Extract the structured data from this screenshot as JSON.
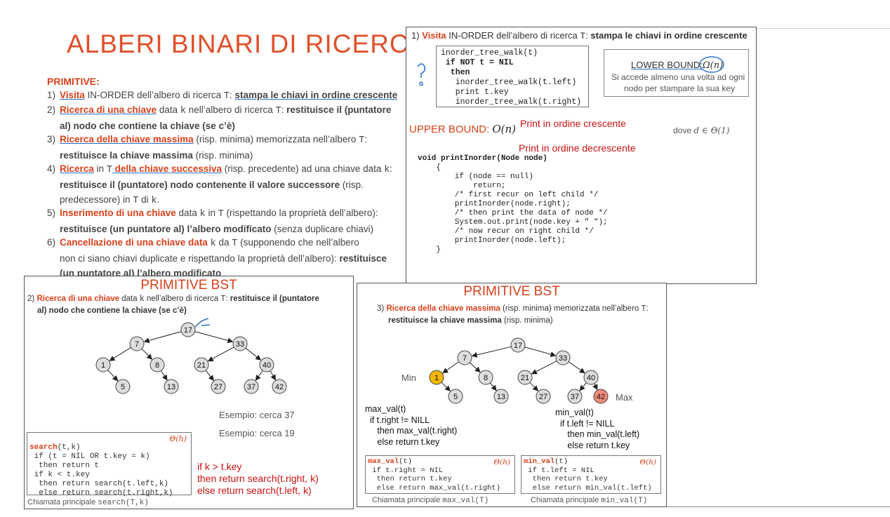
{
  "slide1": {
    "title": "ALBERI BINARI DI RICERCA",
    "heading": "PRIMITIVE:",
    "items": [
      {
        "num": "1)",
        "lead": "Visita",
        "plain1": " IN-ORDER",
        "plain2": " dell’albero di ricerca ",
        "var": "T",
        "plain3": ": ",
        "bold": "stampa le chiavi in ordine crescente"
      },
      {
        "num": "2)",
        "lead": "Ricerca di una chiave",
        "plain1": " data ",
        "var": "k",
        "plain2": " nell’albero di ricerca ",
        "var2": "T",
        "plain3": ": ",
        "bold": "restituisce il (puntatore",
        "line2": "al) nodo che contiene la chiave (se c’è)"
      },
      {
        "num": "3)",
        "lead": "Ricerca della chiave massima",
        "plain1": " (risp. minima) memorizzata nell’albero ",
        "var": "T",
        "plain2": ":",
        "line2bold": "restituisce la chiave massima",
        "line2plain": " (risp. minima)"
      },
      {
        "num": "4)",
        "lead1": "Ricerca",
        "plain1": " in ",
        "var": "T",
        "lead2": " della chiave successiva",
        "plain2": " (risp. precedente) ad una chiave data ",
        "var2": "k",
        "plain3": ":",
        "line2bold": "restituisce il (puntatore) nodo contenente il valore successore",
        "line2plain": " (risp.",
        "line3a": "predecessore) in ",
        "line3var": "T",
        "line3b": " di ",
        "line3var2": "k",
        "line3c": "."
      },
      {
        "num": "5)",
        "lead": "Inserimento di una chiave",
        "plain1": " data ",
        "var": "k",
        "plain2": " in ",
        "var2": "T",
        "plain3": " (rispettando la proprietà dell’albero):",
        "line2bold": "restituisce (un puntatore al) l’albero modificato",
        "line2plain": " (senza duplicare chiavi)"
      },
      {
        "num": "6)",
        "lead": "Cancellazione di una chiave data",
        "plain1": " ",
        "var": "k",
        "plain2": " da ",
        "var2": "T",
        "plain3": " (supponendo che nell’albero",
        "line2plain": "non ci siano chiavi duplicate e rispettando la proprietà dell’albero): ",
        "line2bold": "restituisce",
        "line3bold": "(un puntatore al) l’albero modificato"
      }
    ]
  },
  "slide2": {
    "header_num": "1)",
    "header_lead": "Visita",
    "header_rest": " IN-ORDER dell’albero di ricerca ",
    "header_var": "T",
    "header_colon": ": ",
    "header_bold": "stampa le chiavi in ordine crescente",
    "code": [
      "inorder_tree_walk(t)",
      " if NOT t = NIL",
      "  then",
      "   inorder_tree_walk(t.left)",
      "   print t.key",
      "   inorder_tree_walk(t.right)"
    ],
    "lower_bound_label": "LOWER BOUND:",
    "lower_bound_expr": "Ω(n)",
    "lower_bound_desc1": "Si accede almeno una volta ad ogni",
    "lower_bound_desc2": "nodo per stampare la sua key",
    "upper_bound_label": "UPPER BOUND:",
    "upper_bound_expr": "O(n)",
    "print_crescente": "Print in ordine crescente",
    "dove": "dove",
    "dove_expr": "d ∈ Θ(1)",
    "print_decrescente": "Print in ordine decrescente",
    "java": [
      "void printInorder(Node node)",
      "    {",
      "        if (node == null)",
      "            return;",
      "",
      "        /* first recur on left child */",
      "        printInorder(node.right);",
      "",
      "        /* then print the data of node */",
      "        System.out.print(node.key + \" \");",
      "",
      "        /* now recur on right child */",
      "        printInorder(node.left);",
      "    }"
    ]
  },
  "slide3": {
    "title": "PRIMITIVE BST",
    "header_num": "2)",
    "header_lead": "Ricerca di una chiave",
    "header_rest1": " data ",
    "header_var": "k",
    "header_rest2": " nell’albero di ricerca ",
    "header_var2": "T",
    "header_rest3": ": ",
    "header_bold": "restituisce il (puntatore",
    "header_line2": "al) nodo che contiene la chiave (se c’è)",
    "tree_nodes": [
      "17",
      "7",
      "33",
      "1",
      "8",
      "21",
      "40",
      "5",
      "13",
      "27",
      "37",
      "42"
    ],
    "example1": "Esempio: cerca 37",
    "example2": "Esempio: cerca 19",
    "code_name": "search",
    "code_sig": "(t,k)",
    "complexity": "Θ(h)",
    "code": [
      " if (t = NIL OR t.key = k)",
      "  then return t",
      " if k < t.key",
      "  then return search(t.left,k)",
      "  else return search(t.right,k)"
    ],
    "note": [
      "if k > t.key",
      "then return search(t.right, k)",
      "else return search(t.left, k)"
    ],
    "main_call_label": "Chiamata principale",
    "main_call_code": "search(T,k)"
  },
  "slide4": {
    "title": "PRIMITIVE BST",
    "header_num": "3)",
    "header_lead": "Ricerca della chiave massima",
    "header_rest": " (risp. minima) memorizzata nell’albero ",
    "header_var": "T",
    "header_colon": ":",
    "header_line2bold": "restituisce la chiave massima",
    "header_line2plain": " (risp. minima)",
    "tree_nodes": [
      "17",
      "7",
      "33",
      "1",
      "8",
      "21",
      "40",
      "5",
      "13",
      "27",
      "37",
      "42"
    ],
    "min_label": "Min",
    "max_label": "Max",
    "max_note": [
      "max_val(t)",
      "  if t.right != NILL",
      "     then max_val(t.right)",
      "     else return t.key"
    ],
    "min_note": [
      "min_val(t)",
      "  if t.left != NILL",
      "     then min_val(t.left)",
      "     else return t.key"
    ],
    "max_code_name": "max_val",
    "max_code": [
      "(t)",
      " if t.right = NIL",
      "  then return t.key",
      "  else return max_val(t.right)"
    ],
    "min_code_name": "min_val",
    "min_code": [
      "(t)",
      " if t.left = NIL",
      "  then return t.key",
      "  else return min_val(t.left)"
    ],
    "complexity": "Θ(h)",
    "max_call_label": "Chiamata principale",
    "max_call_code": "max_val(T)",
    "min_call_label": "Chiamata principale",
    "min_call_code": "min_val(T)"
  },
  "colors": {
    "accent": "#d9401b",
    "node_fill": "#dddddd",
    "min_fill": "#f2b705",
    "max_fill": "#f08a7a",
    "pen_blue": "#2a6fc9",
    "red_text": "#cc1111"
  }
}
